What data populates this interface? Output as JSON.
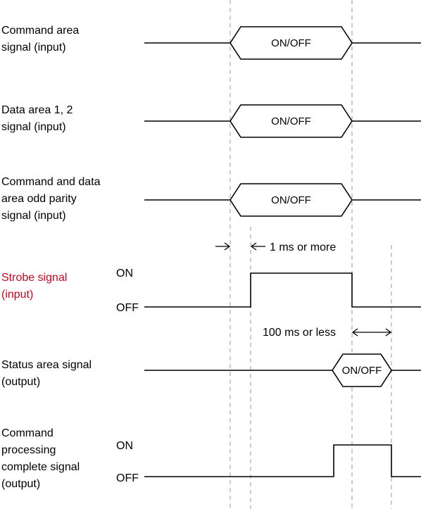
{
  "signals": {
    "command_area": "Command area\nsignal (input)",
    "data_area": "Data area 1, 2\nsignal (input)",
    "parity": "Command and data\narea odd parity\nsignal (input)",
    "strobe": "Strobe signal\n(input)",
    "status_area": "Status area signal\n(output)",
    "cmd_complete": "Command\nprocessing\ncomplete signal\n(output)"
  },
  "state_text": "ON/OFF",
  "levels": {
    "on": "ON",
    "off": "OFF"
  },
  "timing": {
    "min_interval": "1 ms or more",
    "max_interval": "100 ms or less"
  },
  "colors": {
    "strobe_label": "#d0021b",
    "guide_line": "#999999"
  }
}
